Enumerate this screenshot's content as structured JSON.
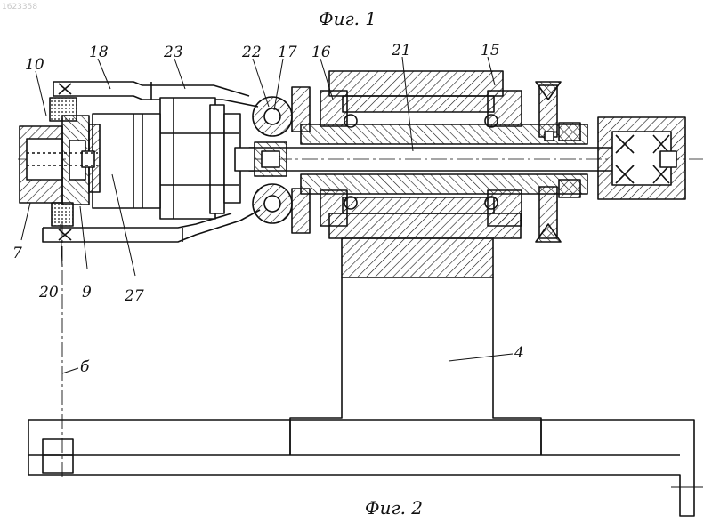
{
  "document": {
    "reference_number": "1623358",
    "figure_1_caption": "Фиг. 1",
    "figure_2_caption": "Фиг. 2"
  },
  "labels": {
    "l10": "10",
    "l18": "18",
    "l23": "23",
    "l22": "22",
    "l17": "17",
    "l16": "16",
    "l21": "21",
    "l15": "15",
    "l7": "7",
    "l20": "20",
    "l9": "9",
    "l27": "27",
    "l_b": "б",
    "l4": "4"
  },
  "style": {
    "ink": "#111111",
    "paper": "#ffffff"
  }
}
